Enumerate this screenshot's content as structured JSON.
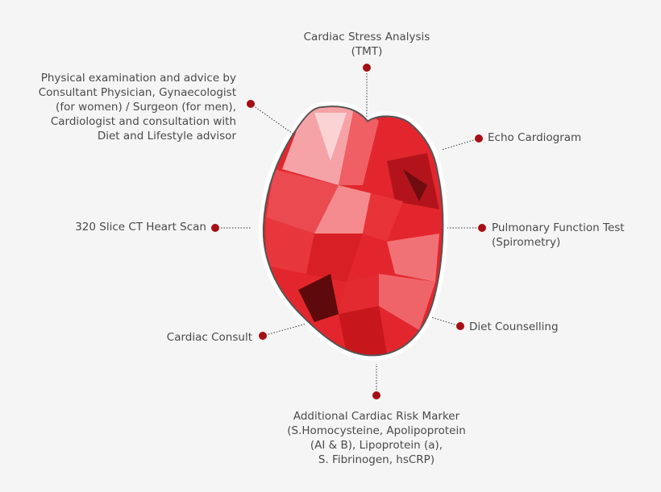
{
  "labels": {
    "stress": "Cardiac Stress Analysis\n(TMT)",
    "physical": "Physical examination and advice by\nConsultant Physician, Gynaecologist\n(for women) / Surgeon (for men),\nCardiologist and consultation with\nDiet and Lifestyle advisor",
    "echo": "Echo Cardiogram",
    "ct": "320 Slice CT Heart Scan",
    "pulmonary": "Pulmonary Function Test\n(Spirometry)",
    "consult": "Cardiac Consult",
    "diet": "Diet Counselling",
    "risk": "Additional Cardiac Risk Marker\n(S.Homocysteine, Apolipoprotein\n(AI & B), Lipoprotein (a),\nS. Fibrinogen, hsCRP)"
  },
  "colors": {
    "background": "#f5f5f5",
    "dot": "#a50f15",
    "heart": "#e3262d",
    "outline": "#555555",
    "text": "#4a4a4a"
  }
}
